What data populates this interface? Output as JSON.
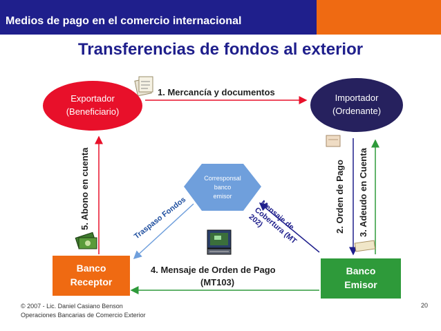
{
  "header": {
    "title": "Medios de pago en el comercio internacional"
  },
  "slide": {
    "title": "Transferencias de fondos al exterior"
  },
  "nodes": {
    "exportador": {
      "line1": "Exportador",
      "line2": "(Beneficiario)"
    },
    "importador": {
      "line1": "Importador",
      "line2": "(Ordenante)"
    },
    "banco_receptor": {
      "line1": "Banco",
      "line2": "Receptor"
    },
    "banco_emisor": {
      "line1": "Banco",
      "line2": "Emisor"
    },
    "corresponsal": {
      "line1": "Corresponsal",
      "line2": "banco",
      "line3": "emisor"
    }
  },
  "flows": {
    "f1": "1. Mercancía y documentos",
    "f2": "2. Orden de Pago",
    "f3": "3. Adeudo en Cuenta",
    "f4_line1": "4. Mensaje de Orden de Pago",
    "f4_line2": "(MT103)",
    "f5": "5. Abono en cuenta",
    "traspaso": "Traspaso Fondos",
    "cobertura": "Mensaje de Cobertura (MT 202)"
  },
  "footer": {
    "line1": "© 2007 -  Lic. Daniel Casiano Benson",
    "line2": "Operaciones Bancarias de Comercio Exterior",
    "page": "20"
  },
  "colors": {
    "navy": "#1f1f8c",
    "orange": "#ef6a12",
    "red": "#e8102a",
    "green": "#2e9a3a",
    "purple": "#26215e",
    "blue_hex": "#6f9fdc"
  }
}
